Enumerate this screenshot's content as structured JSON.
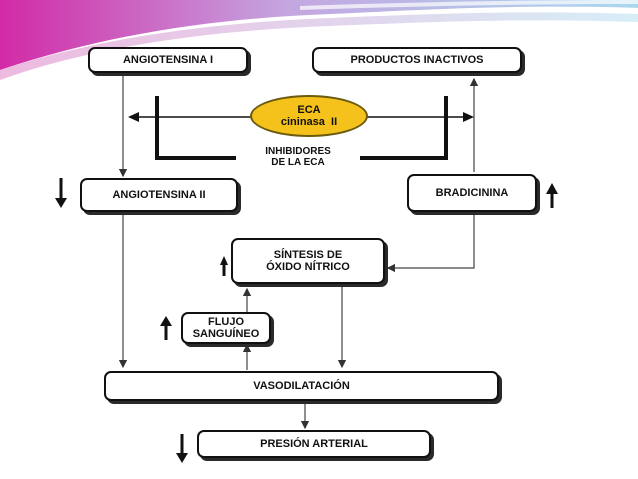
{
  "boxes": {
    "angiotensina_i": "ANGIOTENSINA I",
    "productos_inactivos": "PRODUCTOS INACTIVOS",
    "angiotensina_ii": "ANGIOTENSINA II",
    "bradicinina": "BRADICININA",
    "sintesis_oxido_nitrico": "SÍNTESIS DE\nÓXIDO NÍTRICO",
    "flujo_sanguineo": "FLUJO\nSANGUÍNEO",
    "vasodilatacion": "VASODILATACIÓN",
    "presion_arterial": "PRESIÓN ARTERIAL"
  },
  "eca": {
    "line1": "ECA",
    "line2": "cininasa  II"
  },
  "inhibidores": "INHIBIDORES\nDE LA ECA",
  "colors": {
    "banner_pink": "#c2189b",
    "banner_blue": "#9fd3ea",
    "eca_fill": "#f4c21a"
  }
}
